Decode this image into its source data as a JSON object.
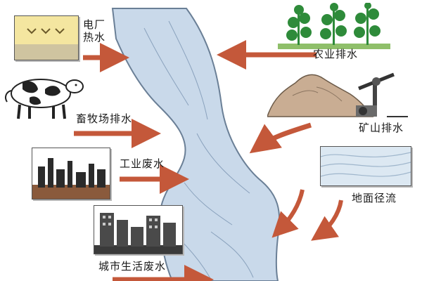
{
  "labels": {
    "power_plant": "电厂\n热水",
    "agriculture": "农业排水",
    "livestock": "畜牧场排水",
    "mining": "矿山排水",
    "industry": "工业废水",
    "runoff": "地面径流",
    "domestic": "城市生活废水"
  },
  "colors": {
    "river_fill": "#c9d9ea",
    "river_edge": "#6a7f96",
    "arrow": "#c4583a",
    "plant_green": "#2e8b3a",
    "mountain": "#b89a80",
    "factory_sky": "#8a5a3c"
  }
}
